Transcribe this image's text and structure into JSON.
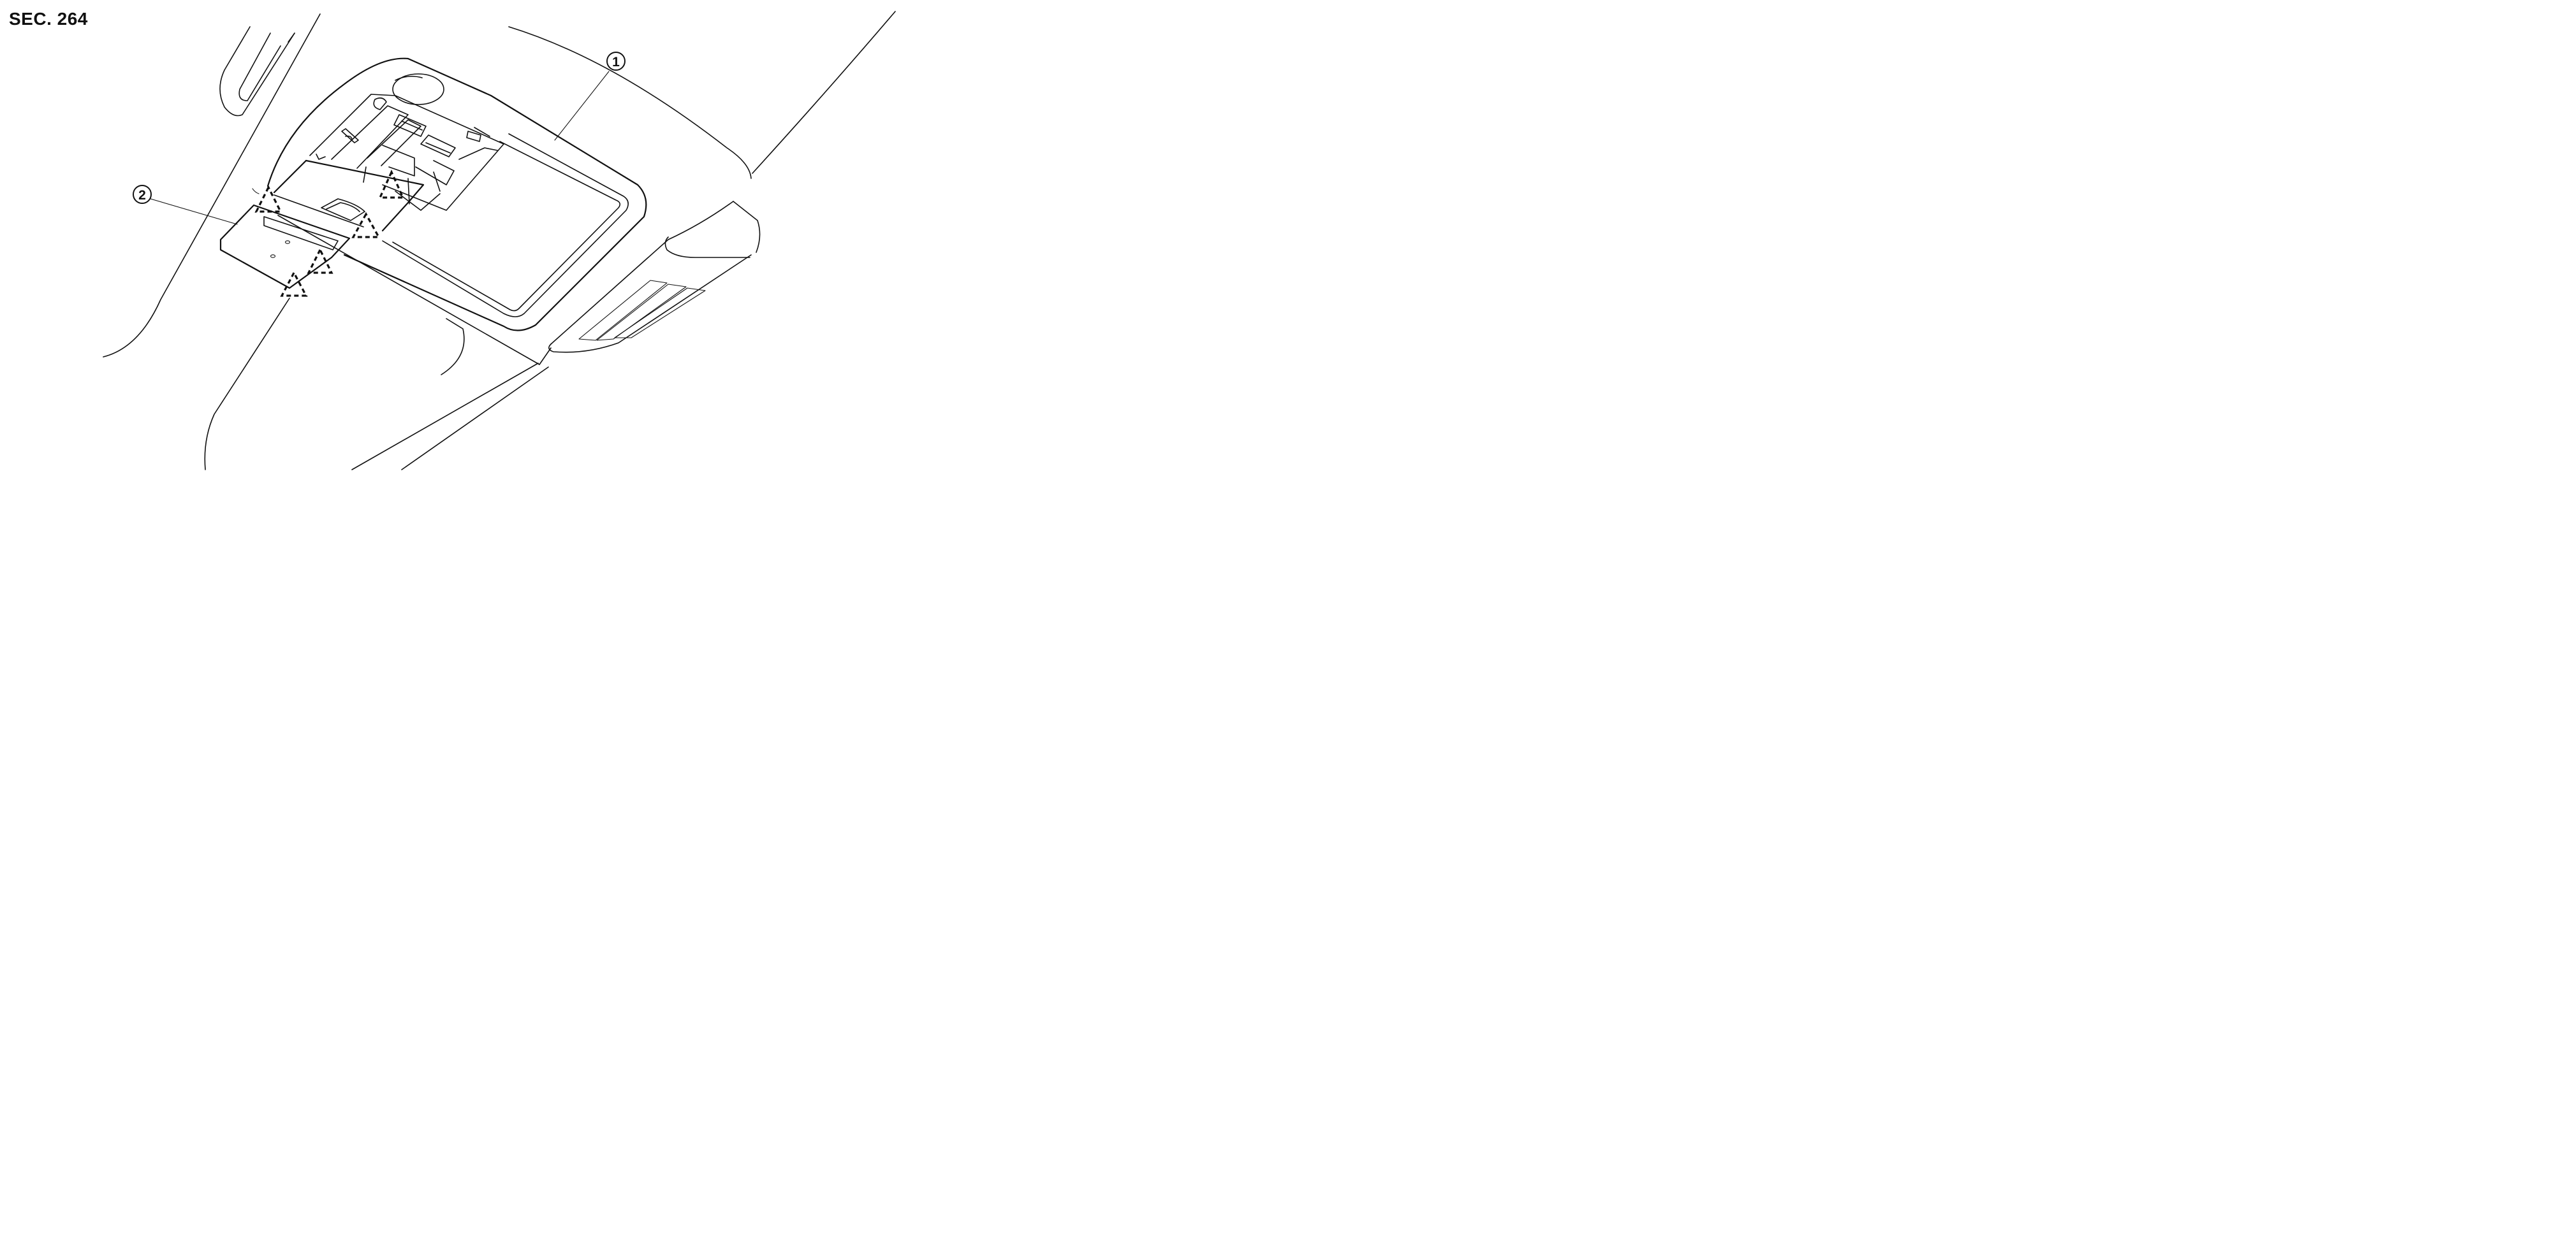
{
  "section": {
    "label": "SEC. 264"
  },
  "callouts": [
    {
      "number": "1"
    },
    {
      "number": "2"
    }
  ]
}
